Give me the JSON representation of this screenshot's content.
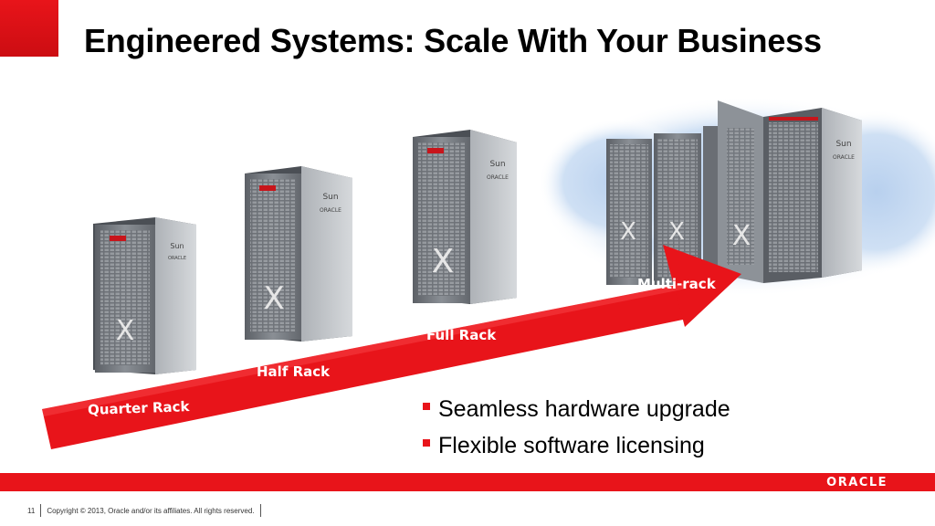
{
  "slide": {
    "title": "Engineered Systems: Scale With Your Business",
    "page_number": "11",
    "copyright": "Copyright © 2013, Oracle and/or its affiliates. All rights reserved.",
    "logo_text": "ORACLE"
  },
  "racks": [
    {
      "label": "Quarter Rack"
    },
    {
      "label": "Half Rack"
    },
    {
      "label": "Full Rack"
    },
    {
      "label": "Multi-rack"
    }
  ],
  "rack_branding": {
    "sun": "Sun",
    "oracle": "ORACLE",
    "mark": "X"
  },
  "bullets": [
    "Seamless hardware upgrade",
    "Flexible software licensing"
  ],
  "colors": {
    "accent": "#e8141a",
    "rack": "#7d8288",
    "cloud": "#c5daf2"
  }
}
